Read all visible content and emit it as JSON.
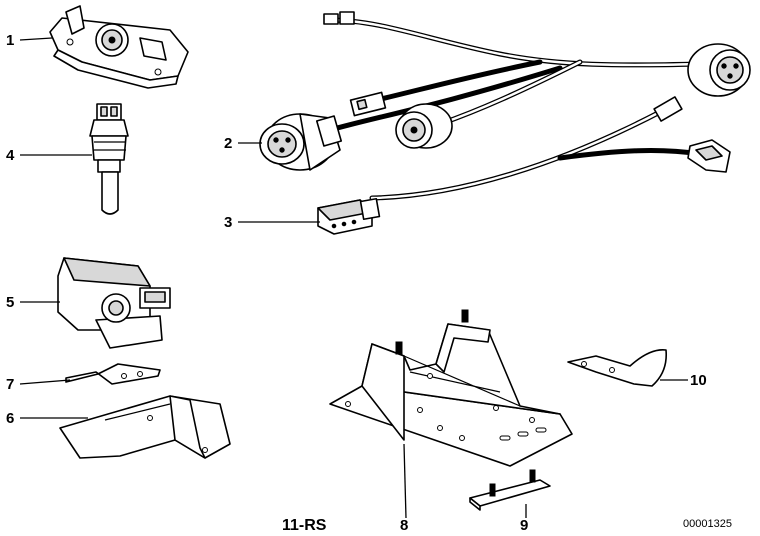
{
  "diagram": {
    "section_code": "11-RS",
    "catalog_number": "00001325",
    "callouts": [
      "1",
      "2",
      "3",
      "4",
      "5",
      "6",
      "7",
      "8",
      "9",
      "10"
    ]
  }
}
